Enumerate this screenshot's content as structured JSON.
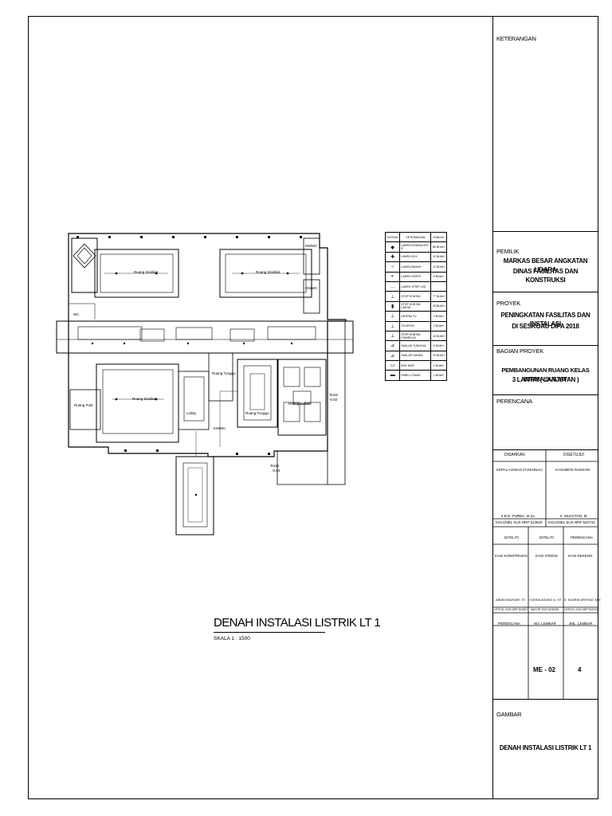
{
  "drawing": {
    "title": "DENAH INSTALASI LISTRIK LT 1",
    "scale": "SKALA  1 : 1500",
    "rooms": {
      "room_a": "Ruang Sindikat",
      "room_b": "Ruang Sindikat",
      "room_c": "Ruang Sindikat",
      "room_d": "Ruang Pola",
      "room_e": "Ruang Tunggu",
      "room_f": "Ruang Tunggu",
      "room_g": "Lobby",
      "room_h": "Ruang Dosen",
      "wc_left": "WC",
      "wc_1": "KM/WC",
      "wc_2": "KM/WC",
      "wc_3": "KM/WC",
      "terrace_1": "Teras",
      "terrace_1_level": "-0.60",
      "terrace_2": "Teras",
      "terrace_2_level": "-0.80"
    }
  },
  "legend": {
    "headers": [
      "NOTASI",
      "KETERANGAN",
      "JUMLAH"
    ],
    "rows": [
      {
        "sym": "◆",
        "desc": "LAMPU DOWNLIGHT 5\"",
        "qty": "86 BUAH"
      },
      {
        "sym": "✚",
        "desc": "LAMPU BOX",
        "qty": "12 BUAH"
      },
      {
        "sym": "○",
        "desc": "LAMPU BASAH",
        "qty": "12 BUAH"
      },
      {
        "sym": "◐",
        "desc": "LAMPU SOROT",
        "qty": "6 BUAH"
      },
      {
        "sym": "-----",
        "desc": "LAMPU STRIP LED",
        "qty": ""
      },
      {
        "sym": "⊥",
        "desc": "STOP KONTAK",
        "qty": "77 BUAH"
      },
      {
        "sym": "▮",
        "desc": "STOP KONTAK LANTAI",
        "qty": "26 BUAH"
      },
      {
        "sym": "⊥",
        "desc": "ANTENA TV",
        "qty": "2 BUAH"
      },
      {
        "sym": "⊥",
        "desc": "TELEPON",
        "qty": "2 BUAH"
      },
      {
        "sym": "⊥",
        "desc": "STOP KONTAK POWER AC",
        "qty": "16 BUAH"
      },
      {
        "sym": "⊿",
        "desc": "SAKLAR TUNGGAL",
        "qty": "6 BUAH"
      },
      {
        "sym": "⊿",
        "desc": "SAKLAR GANDA",
        "qty": "20 BUAH"
      },
      {
        "sym": "▭",
        "desc": "BOX MCB",
        "qty": "1 BUAH"
      },
      {
        "sym": "▬",
        "desc": "PANEL UTAMA",
        "qty": "1 BUAH"
      }
    ]
  },
  "titleblock": {
    "keterangan": "KETERANGAN",
    "pemilik_label": "PEMILIK",
    "pemilik_1": "MARKAS BESAR ANGKATAN UDARA",
    "pemilik_2": "DINAS FASILITAS DAN KONSTRUKSI",
    "proyek_label": "PROYEK",
    "proyek_1": "PENINGKATAN FASILITAS DAN INSTALASI",
    "proyek_2": "DI SESKOAU DIPA 2018",
    "bagian_label": "BAGIAN PROYEK",
    "bagian_1": "PEMBANGUNAN RUANG KELAS UTAMA SUSTAF",
    "bagian_2": "3 LANTAI ( LANJUTAN )",
    "perencana_label": "PERENCANA",
    "disahkan": "DISAHKAN",
    "disetujui": "DISETUJUI",
    "kepala": "KEPALA DINAS FASKONAU",
    "kasubdis": "KASUBDIS RANKON",
    "name_1": "Ir.B.R. PURBA, M.Sc.",
    "name_2": "Ir. MUCHTAR, M",
    "rank_1": "KOLONEL SUS NRP 513826",
    "rank_2": "KOLONEL SUS NRP 520733",
    "diteliti_1": "DITELITI",
    "diteliti_2": "DITELITI",
    "perencana_3": "PERENCANA",
    "kasi_konstruksi": "KASI KONSTRUKSI",
    "kasi_stedis": "KASI STEDIS",
    "kasi_rekeng": "KASI REKENG",
    "name_3": "ABIAN MAZHAR, ST",
    "name_4": "I DEWA AGUNG A. ST",
    "name_5": "Ir. SUARIN ARSYAD, MM",
    "rank_3": "LETKOL SUS NRP 523827",
    "rank_4": "MAYOR SUS 5230000",
    "rank_5": "LETKOL SUS NRP 516734",
    "col_perencana": "PERENCANA",
    "col_no_lembar": "NO. LEMBAR",
    "col_jml_lembar": "JML. LEMBAR",
    "no_lembar": "ME - 02",
    "jml_lembar": "4",
    "gambar_label": "GAMBAR",
    "gambar_title": "DENAH INSTALASI LISTRIK LT 1"
  }
}
